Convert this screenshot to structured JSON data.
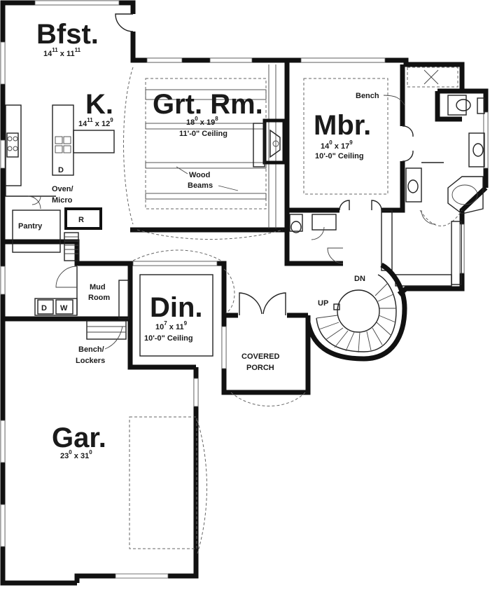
{
  "plan": {
    "rooms": {
      "bfst": {
        "name": "Bfst.",
        "w_ft": "14",
        "w_in": "11",
        "x": "x",
        "d_ft": "11",
        "d_in": "11"
      },
      "kitchen": {
        "name": "K.",
        "w_ft": "14",
        "w_in": "11",
        "x": "x",
        "d_ft": "12",
        "d_in": "9"
      },
      "great_room": {
        "name": "Grt. Rm.",
        "w_ft": "18",
        "w_in": "0",
        "x": "x",
        "d_ft": "19",
        "d_in": "8",
        "ceiling": "11'-0\" Ceiling"
      },
      "master": {
        "name": "Mbr.",
        "w_ft": "14",
        "w_in": "0",
        "x": "x",
        "d_ft": "17",
        "d_in": "9",
        "ceiling": "10'-0\" Ceiling"
      },
      "dining": {
        "name": "Din.",
        "w_ft": "10",
        "w_in": "7",
        "x": "x",
        "d_ft": "11",
        "d_in": "9",
        "ceiling": "10'-0\" Ceiling"
      },
      "garage": {
        "name": "Gar.",
        "w_ft": "23",
        "w_in": "0",
        "x": "x",
        "d_ft": "31",
        "d_in": "0"
      }
    },
    "labels": {
      "pantry": "Pantry",
      "oven_line1": "Oven/",
      "oven_line2": "Micro",
      "refrigerator": "R",
      "dishwasher": "D",
      "washer_dryer_d": "D",
      "washer_dryer_w": "W",
      "mud_line1": "Mud",
      "mud_line2": "Room",
      "bench_lockers_line1": "Bench/",
      "bench_lockers_line2": "Lockers",
      "wood_beams_line1": "Wood",
      "wood_beams_line2": "Beams",
      "bench": "Bench",
      "porch_line1": "COVERED",
      "porch_line2": "PORCH",
      "stair_up": "UP",
      "stair_down": "DN"
    }
  }
}
